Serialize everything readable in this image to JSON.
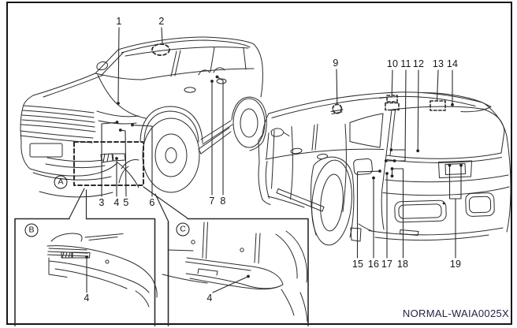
{
  "figure": {
    "code": "NORMAL-WAIA0025X"
  },
  "labels": {
    "c1": "1",
    "c2": "2",
    "c3": "3",
    "c4": "4",
    "c5": "5",
    "c6": "6",
    "c7": "7",
    "c8": "8",
    "c9": "9",
    "c10": "10",
    "c11": "11",
    "c12": "12",
    "c13": "13",
    "c14": "14",
    "c15": "15",
    "c16": "16",
    "c17": "17",
    "c18": "18",
    "c19": "19",
    "secA": "A",
    "secB": "B",
    "secC": "C",
    "detailB4": "4",
    "detailC4": "4"
  },
  "views": {
    "front_left_view": {
      "callouts": [
        "1",
        "2",
        "3",
        "4",
        "5",
        "6",
        "7",
        "8"
      ],
      "area_label": "A"
    },
    "rear_left_view": {
      "callouts": [
        "9",
        "10",
        "11",
        "12",
        "13",
        "14",
        "15",
        "16",
        "17",
        "18",
        "19"
      ]
    },
    "detail_b": {
      "label": "B",
      "callouts": [
        "4"
      ]
    },
    "detail_c": {
      "label": "C",
      "callouts": [
        "4"
      ]
    }
  }
}
